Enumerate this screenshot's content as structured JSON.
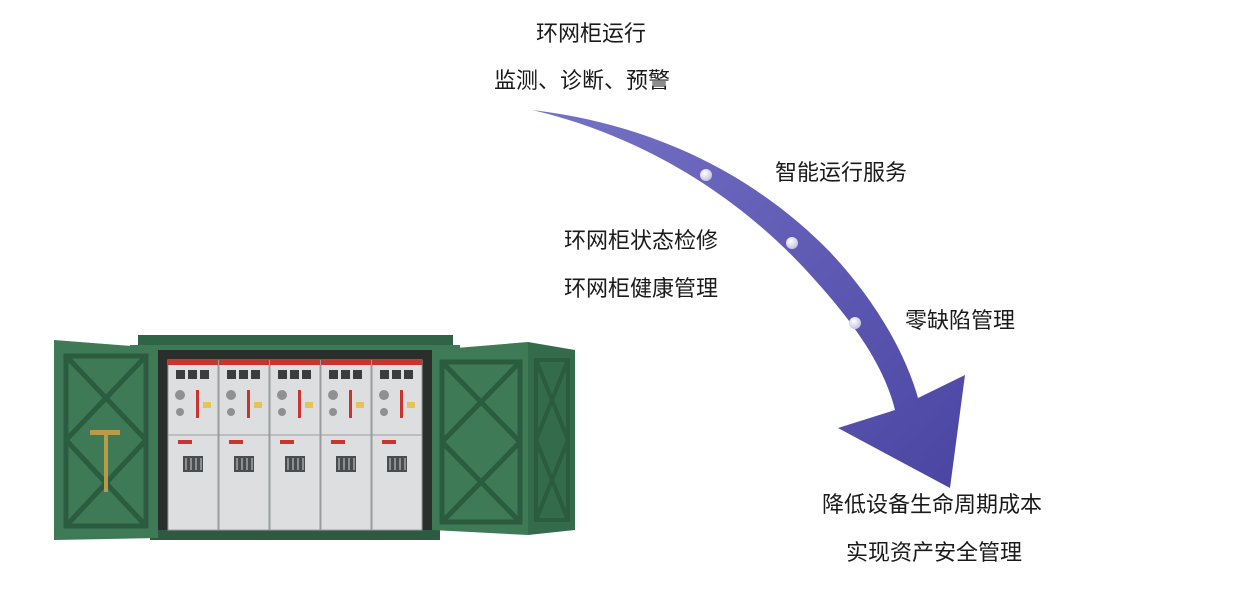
{
  "labels": {
    "top_line1": "环网柜运行",
    "top_line2": "监测、诊断、预警",
    "stage1": "智能运行服务",
    "stage2_line1": "环网柜状态检修",
    "stage2_line2": "环网柜健康管理",
    "stage3": "零缺陷管理",
    "result_line1": "降低设备生命周期成本",
    "result_line2": "实现资产安全管理"
  },
  "colors": {
    "arrow": "#5b57b0",
    "arrow_dark": "#3f3a92",
    "cabinet_green": "#3e7a55",
    "cabinet_light": "#d9dbdc"
  },
  "cabinet": {
    "panel_count": 5
  },
  "stage_dots": 3
}
